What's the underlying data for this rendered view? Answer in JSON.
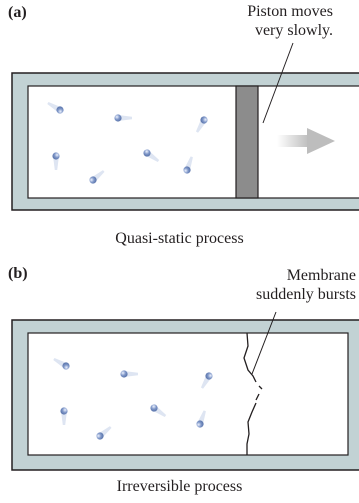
{
  "panel_a": {
    "part_label": "(a)",
    "annotation_line1": "Piston moves",
    "annotation_line2": "very slowly.",
    "caption": "Quasi-static process"
  },
  "panel_b": {
    "part_label": "(b)",
    "annotation_line1": "Membrane",
    "annotation_line2": "suddenly bursts",
    "caption": "Irreversible process"
  },
  "colors": {
    "wall": "#c2d2d4",
    "wall_outline": "#231f20",
    "piston": "#8c8c8c",
    "arrow": "#c8c8c8",
    "molecule": "#7f97c8"
  }
}
